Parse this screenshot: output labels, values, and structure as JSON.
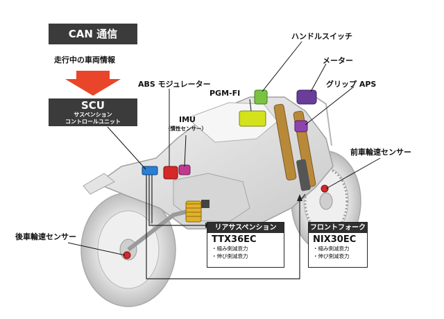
{
  "can": {
    "title": "CAN 通信",
    "subtitle": "走行中の車両情報"
  },
  "scu": {
    "title": "SCU",
    "line1": "サスペンション",
    "line2": "コントロールユニット"
  },
  "labels": {
    "handle_switch": "ハンドルスイッチ",
    "meter": "メーター",
    "grip_aps": "グリップ APS",
    "pgm_fi": "PGM-FI",
    "abs": "ABS モジュレーター",
    "imu": "IMU",
    "imu_sub": "（慣性センサー）",
    "front_speed": "前車輪速センサー",
    "rear_speed": "後車輪速センサー"
  },
  "rear_susp": {
    "header": "リアサスペンション",
    "model": "TTX36EC",
    "items": [
      "・縮み側減衰力",
      "・伸び側減衰力"
    ]
  },
  "front_fork": {
    "header": "フロントフォーク",
    "model": "NIX30EC",
    "items": [
      "・縮み側減衰力",
      "・伸び側減衰力"
    ]
  },
  "colors": {
    "dark_box": "#3b3b3b",
    "arrow": "#e8452a",
    "handle_switch": "#7cc242",
    "meter": "#6a3d9a",
    "grip_aps": "#8e44ad",
    "pgm_fi": "#d4e21c",
    "abs": "#d62828",
    "imu": "#c0398f",
    "scu_unit": "#2a7fd4",
    "shock_spring": "#e2b12a"
  }
}
